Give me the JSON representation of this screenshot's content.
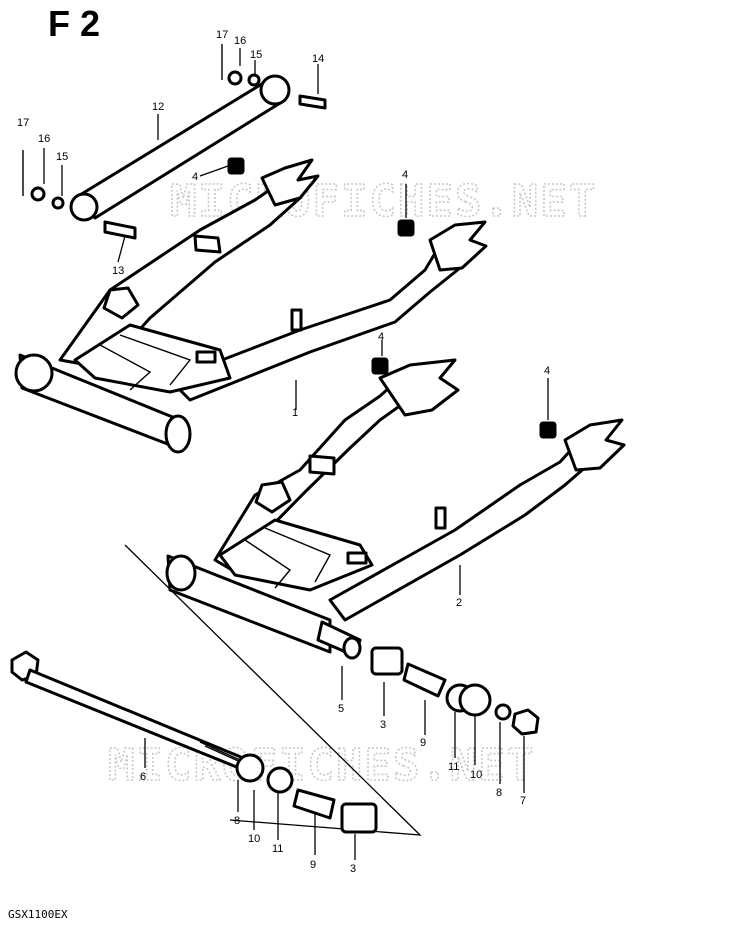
{
  "corner_mark": "F 2",
  "watermark": "MICROFICHES.NET",
  "model_code": "GSX1100EX",
  "colors": {
    "ink": "#000000",
    "paper": "#ffffff",
    "watermark": "#c8c8c8"
  },
  "part_labels": {
    "p1": "1",
    "p2": "2",
    "p3a": "3",
    "p3b": "3",
    "p4a": "4",
    "p4b": "4",
    "p4c": "4",
    "p4d": "4",
    "p5": "5",
    "p6": "6",
    "p7": "7",
    "p8a": "8",
    "p8b": "8",
    "p9a": "9",
    "p9b": "9",
    "p10a": "10",
    "p10b": "10",
    "p11a": "11",
    "p11b": "11",
    "p12": "12",
    "p13": "13",
    "p14": "14",
    "p15a": "15",
    "p15b": "15",
    "p16a": "16",
    "p16b": "16",
    "p17a": "17",
    "p17b": "17"
  }
}
